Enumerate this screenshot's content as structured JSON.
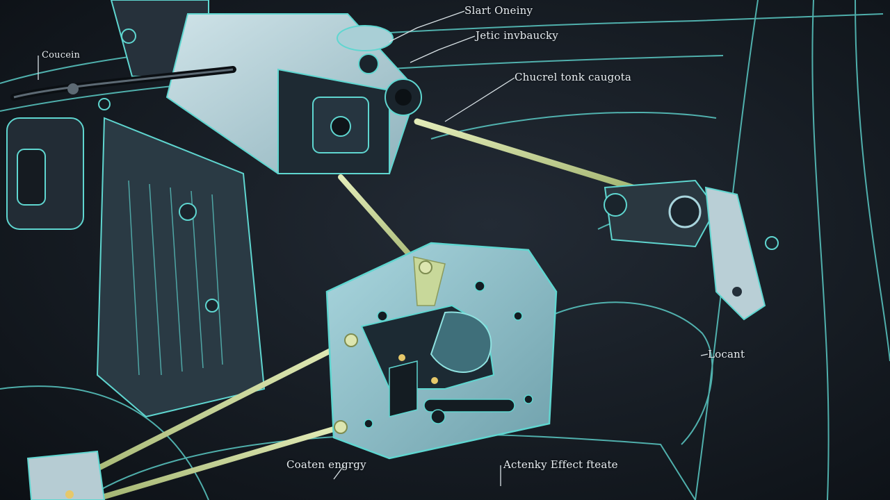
{
  "diagram": {
    "callouts": [
      {
        "id": "start-order",
        "text": "Slart Oneiny"
      },
      {
        "id": "deti-mechanism",
        "text": "Jetic invbaucky"
      },
      {
        "id": "chucrel-lock",
        "text": "Chucrel tonk caugota"
      },
      {
        "id": "coucein",
        "text": "Coucein"
      },
      {
        "id": "locant",
        "text": "Locant"
      },
      {
        "id": "coaten-energy",
        "text": "Coaten engrgy"
      },
      {
        "id": "actuator-effect",
        "text": "Actenky Effect fteate"
      }
    ],
    "colors": {
      "background": "#161c23",
      "outline": "#5fd6d0",
      "housing": "#b9d6de",
      "rod": "#c8d89a",
      "label": "#e8eef2"
    }
  }
}
